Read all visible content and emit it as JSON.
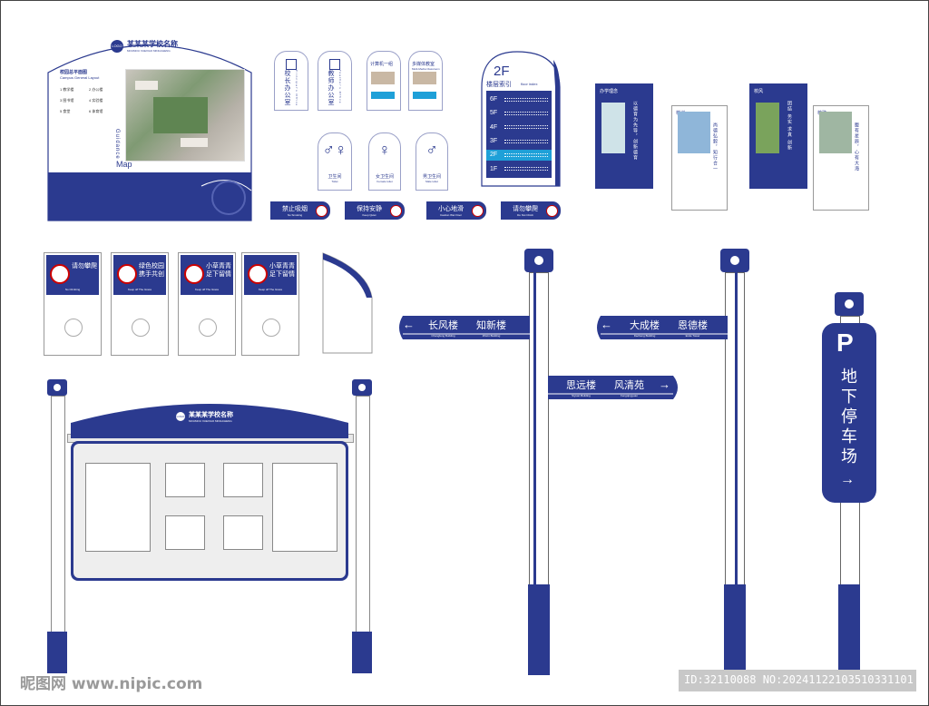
{
  "map_board": {
    "school_name": "某某某学校名称",
    "school_name_en": "MOUMOU XUEXIAO MINGCHENG",
    "logo": "LOGO",
    "title": "校园总平面图",
    "title_en": "Campus General Layout",
    "guidance": "Guidance",
    "map_word": "Map",
    "legend": [
      "1 教学楼",
      "2 办公楼",
      "3 图书馆",
      "4 实验楼",
      "5 食堂",
      "6 体育馆"
    ]
  },
  "door_signs": [
    {
      "label": "校长办公室",
      "sub": "Principal's Office"
    },
    {
      "label": "教师办公室",
      "sub": "Teacher's Office"
    },
    {
      "label": "计算机一组",
      "sub": ""
    },
    {
      "label": "多媒体教室",
      "sub": "Multi-Media Classroom"
    }
  ],
  "toilets": [
    {
      "label": "卫生间",
      "sub": "Toilet"
    },
    {
      "label": "女卫生间",
      "sub": "Female toilet"
    },
    {
      "label": "男卫生间",
      "sub": "Male toilet"
    }
  ],
  "floor_index": {
    "floor": "2F",
    "title": "楼层索引",
    "title_en": "floor index",
    "floors": [
      "6F",
      "5F",
      "4F",
      "3F",
      "2F",
      "1F"
    ]
  },
  "culture_panels": [
    {
      "title": "办学理念",
      "text": "以德育为先导，创新德育"
    },
    {
      "title": "校训",
      "text": "尚德弘毅，知行合一"
    },
    {
      "title": "校风",
      "text": "团结 务实 求真 创新"
    },
    {
      "title": "校歌",
      "text": "腹有星辰，心有大海"
    }
  ],
  "warn_strips": [
    {
      "label": "禁止吸烟",
      "sub": "No Smoking"
    },
    {
      "label": "保持安静",
      "sub": "Keep Quiet"
    },
    {
      "label": "小心地滑",
      "sub": "Caution Wet Floor"
    },
    {
      "label": "请勿攀爬",
      "sub": "Do Not Climb"
    }
  ],
  "lawn_signs": [
    {
      "label": "请勿攀爬",
      "sub": "No Climbing"
    },
    {
      "label": "绿色校园携手共创",
      "sub": "Keep off The Grass"
    },
    {
      "label": "小草青青足下留情",
      "sub": "Keep off The Grass"
    },
    {
      "label": "小草青青足下留情",
      "sub": "Keep off The Grass"
    }
  ],
  "direction_left": {
    "arrow": "←",
    "items": [
      {
        "label": "长风楼",
        "sub": "Changfeng Building"
      },
      {
        "label": "知新楼",
        "sub": "Zhixin Building"
      }
    ]
  },
  "direction_mid": {
    "items": [
      {
        "label": "思远楼",
        "sub": "Siyuan Building"
      },
      {
        "label": "风清苑",
        "sub": "Fengqingyuan"
      }
    ],
    "arrow": "→"
  },
  "direction_right": {
    "arrow": "←",
    "items": [
      {
        "label": "大成楼",
        "sub": "Dacheng Building"
      },
      {
        "label": "恩德楼",
        "sub": "Ende Tower"
      }
    ]
  },
  "parking": {
    "symbol": "P",
    "text": "地下停车场",
    "arrow": "→"
  },
  "notice_board": {
    "school_name": "某某某学校名称",
    "school_name_en": "MOUMOU XUEXIAO MINGCHENG",
    "logo": "LOGO"
  },
  "watermark": {
    "left": "昵图网 www.nipic.com",
    "right": "ID:32110088 NO:20241122103510331101"
  },
  "colors": {
    "brand": "#2b3a8f",
    "accent": "#1ea0d8"
  }
}
